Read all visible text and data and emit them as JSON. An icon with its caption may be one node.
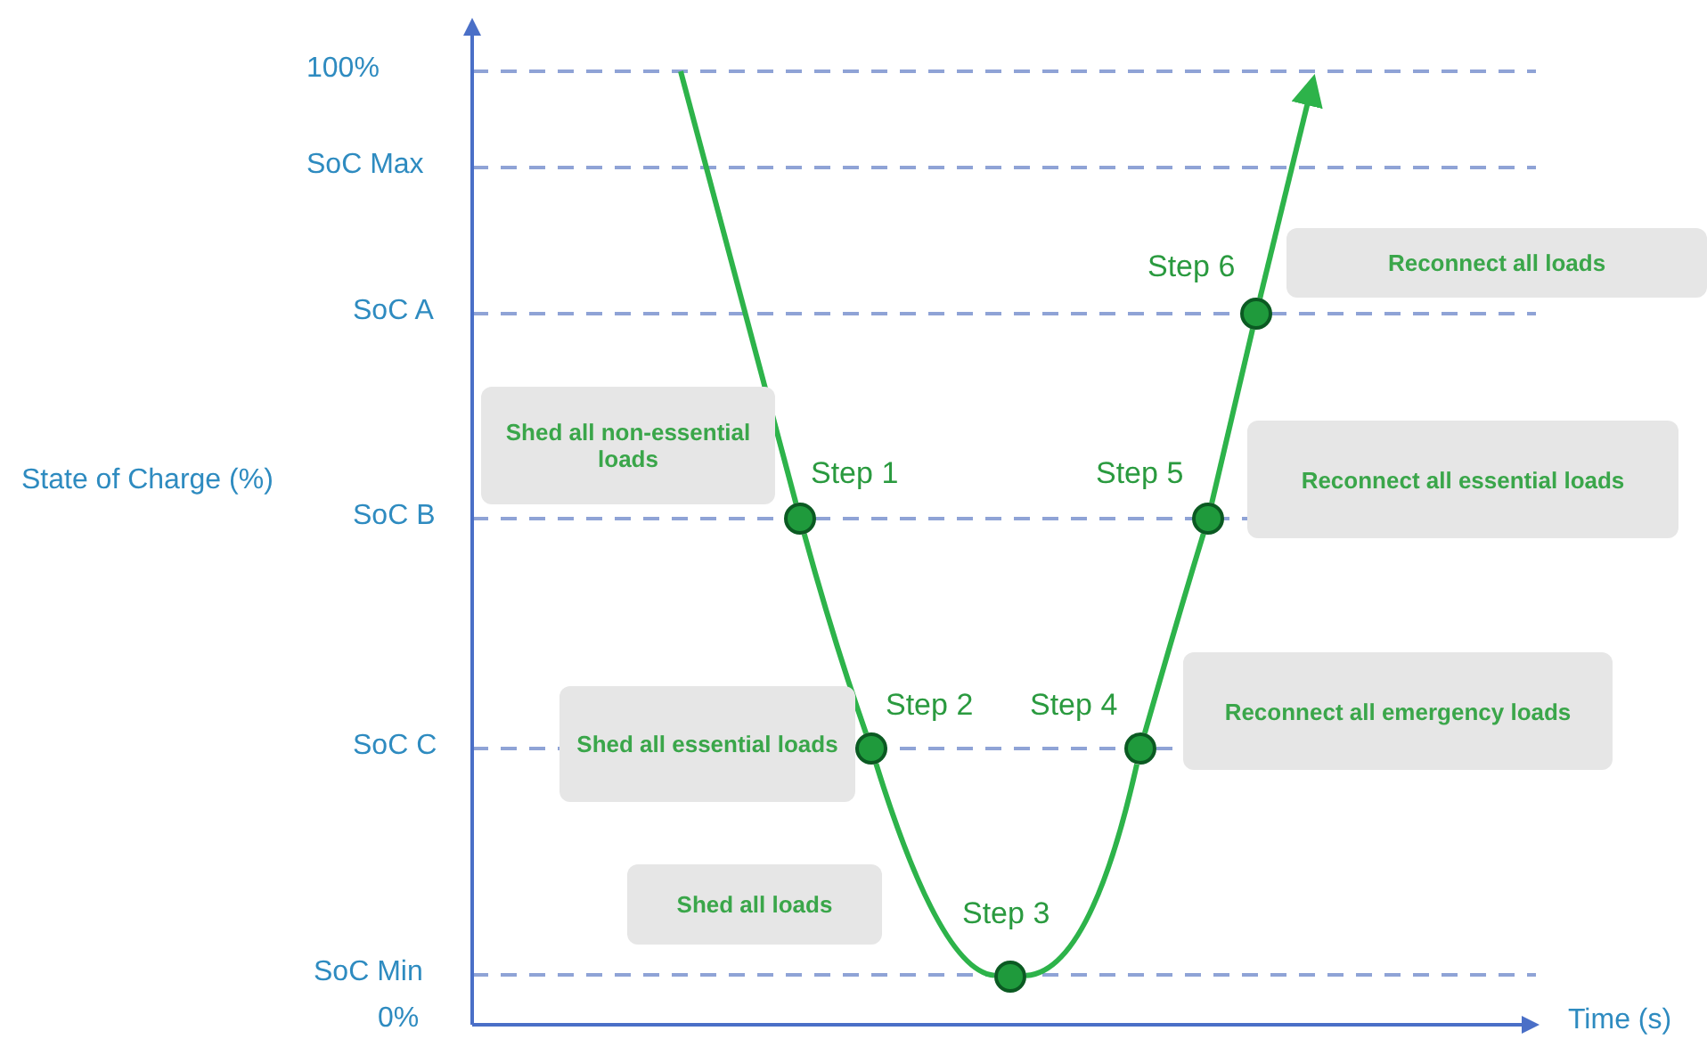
{
  "diagram": {
    "nodes": [
      {
        "text": [
          "Reconnect all loads"
        ]
      },
      {
        "text": [
          "Shed all non-essential loads"
        ]
      },
      {
        "text": [
          "Reconnect all essential loads"
        ]
      },
      {
        "text": [
          "Shed all essential loads"
        ]
      },
      {
        "text": [
          "Reconnect all emergency loads"
        ]
      },
      {
        "text": [
          "Shed all loads"
        ]
      },
      {
        "text": [],
        "shape": "circle",
        "beside": [
          "Step 1"
        ]
      },
      {
        "text": [],
        "shape": "circle",
        "beside": [
          "Step 2"
        ]
      },
      {
        "text": [],
        "shape": "circle",
        "beside": [
          "Step 3"
        ]
      },
      {
        "text": [],
        "shape": "circle",
        "beside": [
          "Step 4"
        ]
      },
      {
        "text": [],
        "shape": "circle",
        "beside": [
          "Step 5"
        ]
      },
      {
        "text": [],
        "shape": "circle",
        "beside": [
          "Step 6"
        ]
      }
    ],
    "edges": [
      {
        "from": null,
        "to": 6,
        "arrow": "none"
      },
      {
        "from": 6,
        "to": 7,
        "arrow": "none"
      },
      {
        "from": 7,
        "to": 8,
        "arrow": "none"
      },
      {
        "from": 8,
        "to": 9,
        "arrow": "none"
      },
      {
        "from": 9,
        "to": 10,
        "arrow": "none"
      },
      {
        "from": 10,
        "to": 11,
        "arrow": "none"
      },
      {
        "from": 11,
        "to": null,
        "arrow": "to"
      }
    ],
    "labels": [
      "100%",
      "SoC Max",
      "SoC A",
      "State of Charge (%)",
      "SoC B",
      "SoC C",
      "SoC Min",
      "0%",
      "Time (s)"
    ]
  }
}
